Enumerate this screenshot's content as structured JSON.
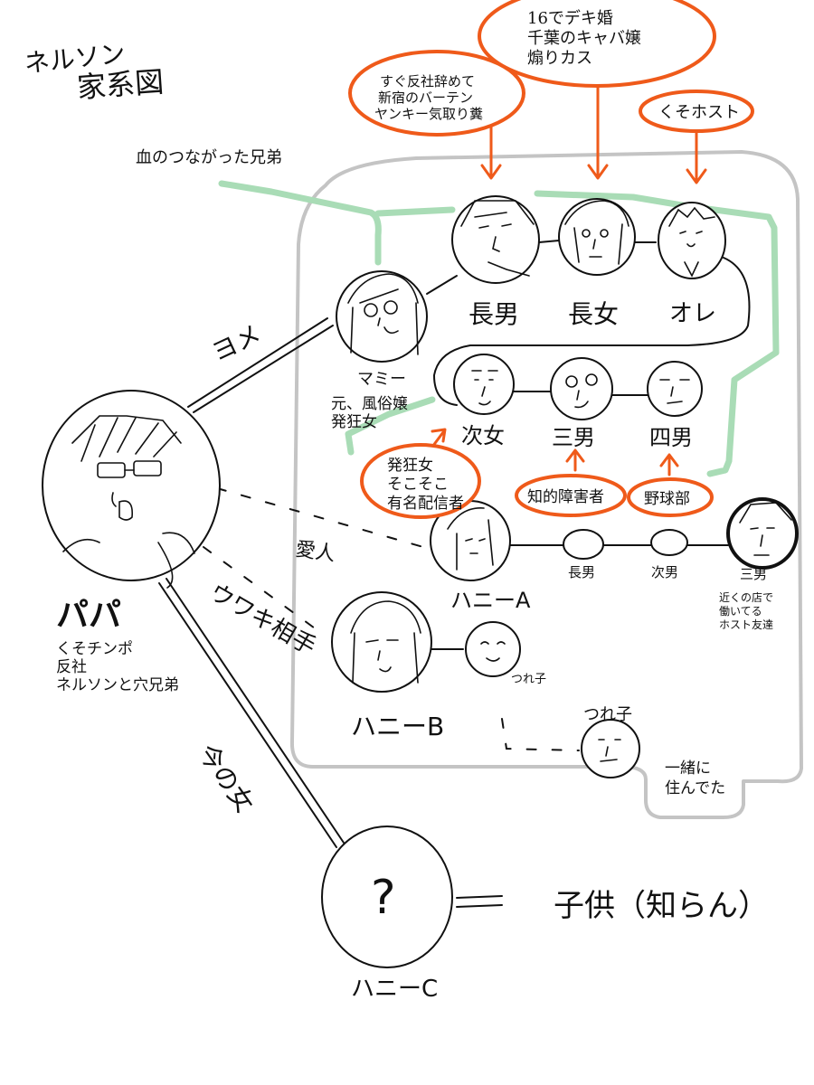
{
  "title_lines": [
    "ネルソン",
    "家系図"
  ],
  "blood_label": "血のつながった兄弟",
  "bubbles": {
    "top_left": [
      "すぐ反社辞めて",
      "新宿のバーテン",
      "ヤンキー気取り糞"
    ],
    "top_center": [
      "16でデキ婚",
      "千葉のキャバ嬢",
      "煽りカス"
    ],
    "top_right": [
      "くそホスト"
    ],
    "hasei": [
      "発狂女",
      "そこそこ",
      "有名配信者"
    ],
    "chiteki": [
      "知的障害者"
    ],
    "yakyu": [
      "野球部"
    ]
  },
  "edges": {
    "yome": "ヨメ",
    "aijin": "愛人",
    "uwaki": "ウワキ相手",
    "ima": "今の女",
    "equals": "="
  },
  "people": {
    "papa": {
      "name": "パパ",
      "desc": [
        "くそチンポ",
        "反社",
        "ネルソンと穴兄弟"
      ]
    },
    "mami": {
      "name": "マミー",
      "desc": [
        "元、風俗嬢",
        "発狂女"
      ]
    },
    "chonan": "長男",
    "chojo": "長女",
    "ore": "オレ",
    "jijo": "次女",
    "sannan": "三男",
    "yonnan": "四男",
    "honey_a": "ハニーA",
    "a_child1": "長男",
    "a_child2": "次男",
    "a_child3": "三男",
    "a_child3_desc": [
      "近くの店で",
      "働いてる",
      "ホスト友達"
    ],
    "honey_b": "ハニーB",
    "b_tsureko": "つれ子",
    "tsureko2": "つれ子",
    "lived_together": [
      "一緒に",
      "住んでた"
    ],
    "honey_c": "ハニーC",
    "honey_c_mark": "?",
    "kodomo": "子供（知らん）"
  },
  "colors": {
    "accent_orange": "#ef5a1a",
    "blood_green": "#a9dcb6",
    "household_gray": "#c4c4c4",
    "ink": "#111111"
  },
  "icons": [
    "face-icon",
    "arrow-icon"
  ]
}
